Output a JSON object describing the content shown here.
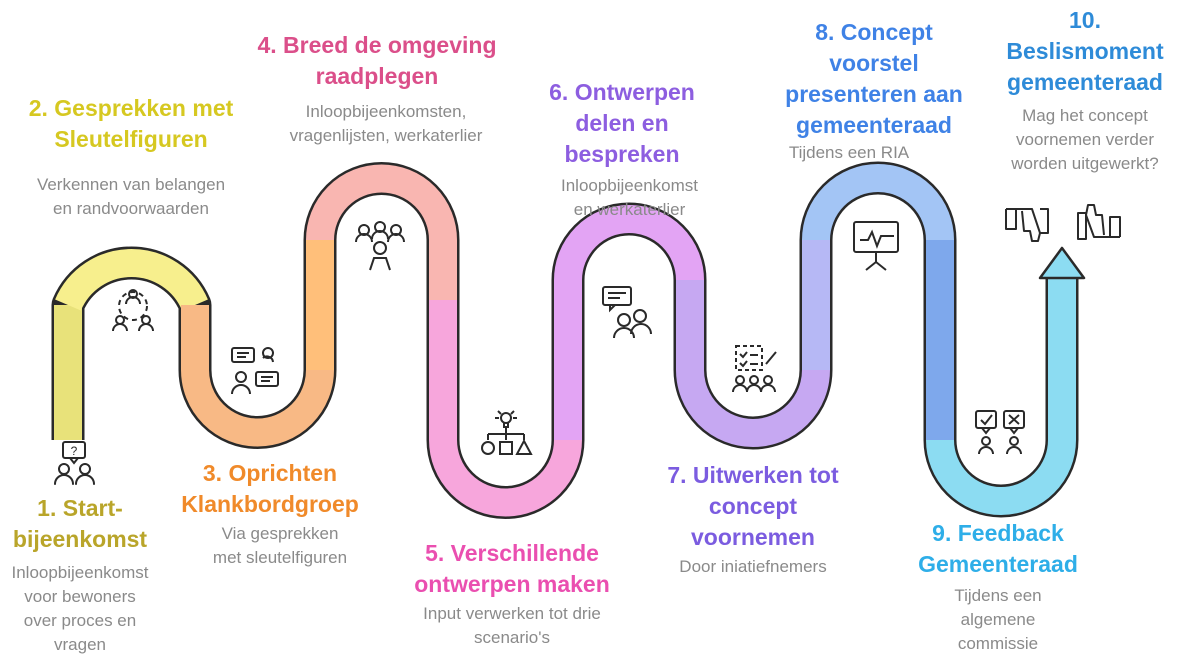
{
  "colors": {
    "s1": "#b9a52a",
    "s2": "#d6c821",
    "s3": "#f08a2a",
    "s4": "#db4f8a",
    "s5": "#ea4fb0",
    "s6": "#8d5ee0",
    "s7": "#7b5ce0",
    "s8": "#3f82e6",
    "s9": "#2eaee8",
    "s10": "#2e8bd8"
  },
  "steps": [
    {
      "title_lines": [
        "1. Start-",
        "bijeenkomst"
      ],
      "desc_lines": [
        "Inloopbijeenkomst",
        "voor bewoners",
        "over proces en",
        "vragen"
      ],
      "icon": "question-people-icon"
    },
    {
      "title_lines": [
        "2. Gesprekken met",
        "Sleutelfiguren"
      ],
      "desc_lines": [
        "Verkennen van belangen",
        "en randvoorwaarden"
      ],
      "icon": "group-circle-icon"
    },
    {
      "title_lines": [
        "3. Oprichten",
        "Klankbordgroep"
      ],
      "desc_lines": [
        "Via gesprekken",
        "met sleutelfiguren"
      ],
      "icon": "conversation-icon"
    },
    {
      "title_lines": [
        "4. Breed de omgeving",
        "raadplegen"
      ],
      "desc_lines": [
        "Inloopbijeenkomsten,",
        "vragenlijsten, werkaterlier"
      ],
      "icon": "crowd-icon"
    },
    {
      "title_lines": [
        "5. Verschillende",
        "ontwerpen maken"
      ],
      "desc_lines": [
        "Input verwerken tot drie",
        "scenario's"
      ],
      "icon": "idea-shapes-icon"
    },
    {
      "title_lines": [
        "6. Ontwerpen",
        "delen en",
        "bespreken"
      ],
      "desc_lines": [
        "Inloopbijeenkomst",
        "en werkaterlier"
      ],
      "icon": "discussion-icon"
    },
    {
      "title_lines": [
        "7. Uitwerken tot",
        "concept",
        "voornemen"
      ],
      "desc_lines": [
        "Door iniatiefnemers"
      ],
      "icon": "checklist-team-icon"
    },
    {
      "title_lines": [
        "8. Concept",
        "voorstel",
        "presenteren aan",
        "gemeenteraad"
      ],
      "desc_lines": [
        "Tijdens een RIA"
      ],
      "icon": "presentation-board-icon"
    },
    {
      "title_lines": [
        "9. Feedback",
        "Gemeenteraad"
      ],
      "desc_lines": [
        "Tijdens een",
        "algemene",
        "commissie"
      ],
      "icon": "vote-feedback-icon"
    },
    {
      "title_lines": [
        "10.",
        "Beslismoment",
        "gemeenteraad"
      ],
      "desc_lines": [
        "Mag het concept",
        "voornemen verder",
        "worden uitgewerkt?"
      ],
      "icon": "thumbs-up-down-icon"
    }
  ]
}
